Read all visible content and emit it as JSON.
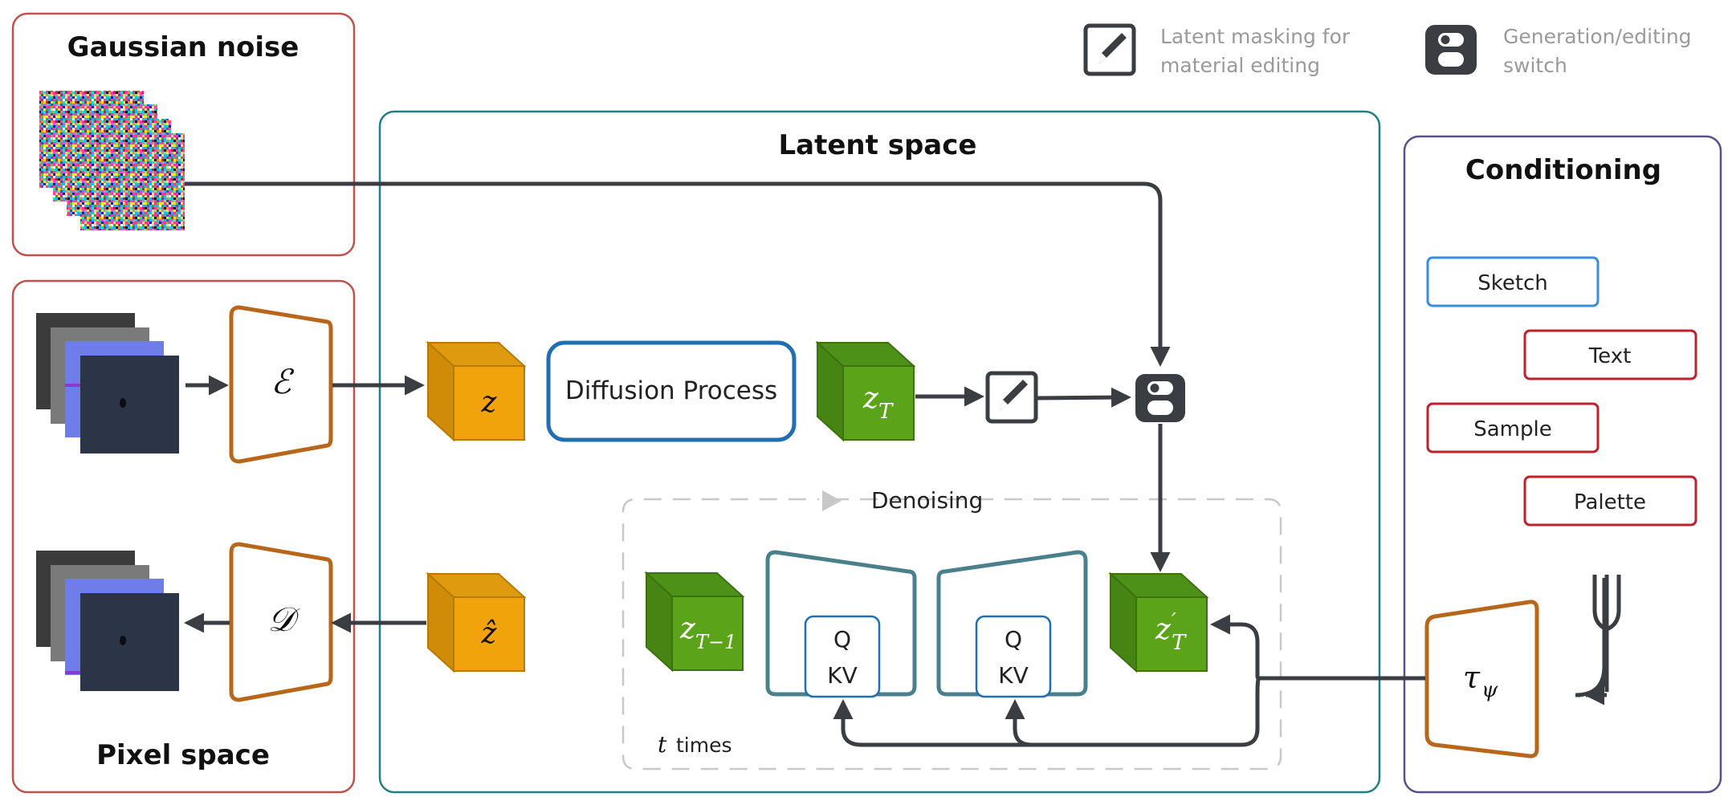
{
  "panels": {
    "gaussian_noise": "Gaussian noise",
    "latent_space": "Latent space",
    "conditioning": "Conditioning",
    "pixel_space": "Pixel space"
  },
  "legend": {
    "masking_line1": "Latent masking for",
    "masking_line2": "material editing",
    "switch_line1": "Generation/editing",
    "switch_line2": "switch",
    "masking_icon": "pencil-icon",
    "switch_icon": "toggle-switch-icon"
  },
  "latent": {
    "encoder": "ℰ",
    "decoder": "𝒟",
    "z": "z",
    "z_hat": "ẑ",
    "z_T": "T",
    "z_T1": "T−1",
    "z_prime_sup": "′",
    "z_prime_sub": "T",
    "diffusion_process": "Diffusion Process",
    "denoising": "Denoising",
    "t": "t",
    "times": "times",
    "unet_q": "Q",
    "unet_kv": "KV"
  },
  "conditioning": {
    "items": [
      "Sketch",
      "Text",
      "Sample",
      "Palette"
    ],
    "tau": "τ",
    "tau_sub": "ψ"
  },
  "colors": {
    "noise_border": "#c0504d",
    "pixel_border": "#c0504d",
    "latent_border": "#1f7f85",
    "cond_border": "#5a4e8c",
    "encoder_border": "#b8661a",
    "cube_orange": "#f0a30a",
    "cube_green": "#5ba41a",
    "diffusion_border": "#1f6fb2",
    "sketch_border": "#3a8dde",
    "text_border": "#c0202a",
    "unet_border": "#4a7f8c",
    "arrow": "#3a3d42",
    "legend_text": "#9a9a9a"
  }
}
